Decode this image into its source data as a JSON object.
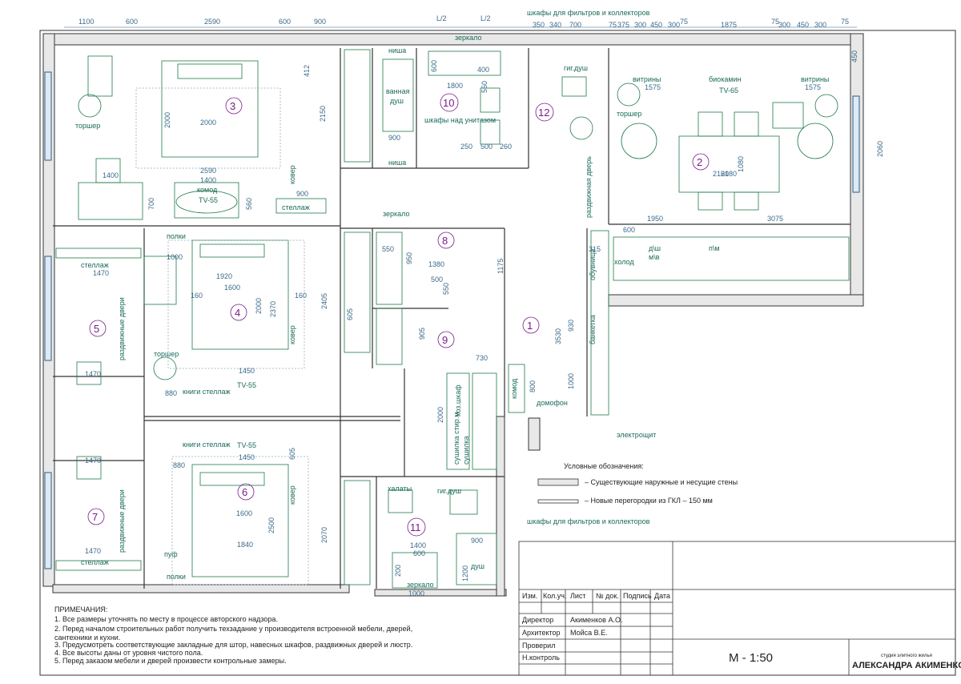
{
  "top_dims": [
    "1100",
    "600",
    "2590",
    "600",
    "900",
    "L/2",
    "L/2",
    "350",
    "340",
    "700",
    "75",
    "375",
    "300",
    "450",
    "300",
    "75",
    "1875",
    "75",
    "300",
    "450",
    "300",
    "75"
  ],
  "annotations": {
    "filter_cabinets_top": "шкафы для фильтров и коллекторов",
    "filter_cabinets_bottom": "шкафы для фильтров и коллекторов",
    "mirror_top": "зеркало",
    "mirror_mid": "зеркало",
    "mirror_bottom": "зеркало",
    "intercom": "домофон",
    "panel": "электрощит",
    "sliding_door_main": "раздвижная дверь",
    "sliding_doors_5": "раздвижные двери",
    "sliding_doors_7": "раздвижные двери"
  },
  "rooms": [
    {
      "num": "1"
    },
    {
      "num": "2"
    },
    {
      "num": "3"
    },
    {
      "num": "4"
    },
    {
      "num": "5"
    },
    {
      "num": "6"
    },
    {
      "num": "7"
    },
    {
      "num": "8"
    },
    {
      "num": "9"
    },
    {
      "num": "10"
    },
    {
      "num": "11"
    },
    {
      "num": "12"
    }
  ],
  "labels": {
    "bath": "ванная",
    "shower": "душ",
    "niche": "ниша",
    "niche2": "ниша",
    "cabinets_over_wc": "шкафы над унитазом",
    "hyg_shower": "гиг.душ",
    "hyg_shower2": "гиг.душ",
    "vitrines_left": "витрины",
    "vitrines_right": "витрины",
    "biofireplace": "биокамин",
    "tv65": "TV-65",
    "tv55_r3": "TV-55",
    "tv55_a": "TV-55",
    "tv55_b": "TV-55",
    "lamp3": "торшер",
    "lamp2": "торшер",
    "lamp4": "торшер",
    "chest": "комод",
    "chest_hall": "комод",
    "carpet3": "ковер",
    "carpet4": "ковер",
    "carpet6": "ковер",
    "shelf": "стеллаж",
    "shelf5": "стеллаж",
    "shelf7": "стеллаж",
    "shelves4": "полки",
    "shelves6": "полки",
    "books_a": "книги стеллаж",
    "books_b": "книги стеллаж",
    "fridge": "холод",
    "dw": "д\\ш",
    "mv": "м\\в",
    "pm": "п\\м",
    "bar": "банкетка",
    "shoes": "обувница",
    "robes": "халаты",
    "shower11": "душ",
    "wardrobe": "хоз.шкаф",
    "washer": "сушилка стир.м",
    "washer2": "сушилка",
    "pouf": "пуф"
  },
  "inner_dims": [
    "2000",
    "2000",
    "2590",
    "1400",
    "560",
    "700",
    "412",
    "2150",
    "1400",
    "1800",
    "900",
    "550",
    "400",
    "600",
    "250",
    "500",
    "260",
    "2160",
    "1575",
    "1575",
    "2180",
    "1080",
    "2060",
    "1950",
    "3075",
    "600",
    "1920",
    "1600",
    "2000",
    "2370",
    "160",
    "160",
    "2405",
    "550",
    "950",
    "1380",
    "500",
    "550",
    "605",
    "1175",
    "905",
    "730",
    "3530",
    "930",
    "1000",
    "800",
    "1450",
    "1450",
    "880",
    "880",
    "2000",
    "1600",
    "1840",
    "2500",
    "2070",
    "605",
    "1400",
    "600",
    "200",
    "1000",
    "1200",
    "900",
    "450",
    "1470",
    "1470",
    "1470",
    "1470",
    "1000",
    "900",
    "315"
  ],
  "legend": {
    "title": "Условные обозначения:",
    "item1": "– Существующие наружные и несущие стены",
    "item2": "– Новые перегородки из ГКЛ – 150 мм"
  },
  "notes": {
    "title": "ПРИМЕЧАНИЯ:",
    "lines": [
      "1.  Все размеры уточнять по месту в процессе авторского надзора.",
      "2.  Перед началом строительных работ получить техзадание у производителя встроенной мебели, дверей,",
      "сантехники и кухни.",
      "3.  Предусмотреть соответствующие закладные для штор, навесных шкафов, раздвижных дверей и люстр.",
      "4.  Все высоты даны от уровня чистого пола.",
      "5.  Перед заказом мебели и дверей произвести контрольные замеры."
    ]
  },
  "title_block": {
    "cols": [
      "Изм.",
      "Кол.уч.",
      "Лист",
      "№ док.",
      "Подпись",
      "Дата"
    ],
    "rows": [
      {
        "role": "Директор",
        "name": "Акименков А.О."
      },
      {
        "role": "Архитектор",
        "name": "Мойса В.Е."
      },
      {
        "role": "Проверил",
        "name": ""
      },
      {
        "role": "Н.контроль",
        "name": ""
      }
    ],
    "scale": "М - 1:50",
    "studio_small": "студия элитного жилья",
    "studio_name": "АЛЕКСАНДРА АКИМЕНКОВА"
  },
  "colors": {
    "wall": "#e8e8e8",
    "furniture": "#1f7a4a",
    "dimension": "#2a5a8a",
    "room_number": "#7a1a8a"
  }
}
